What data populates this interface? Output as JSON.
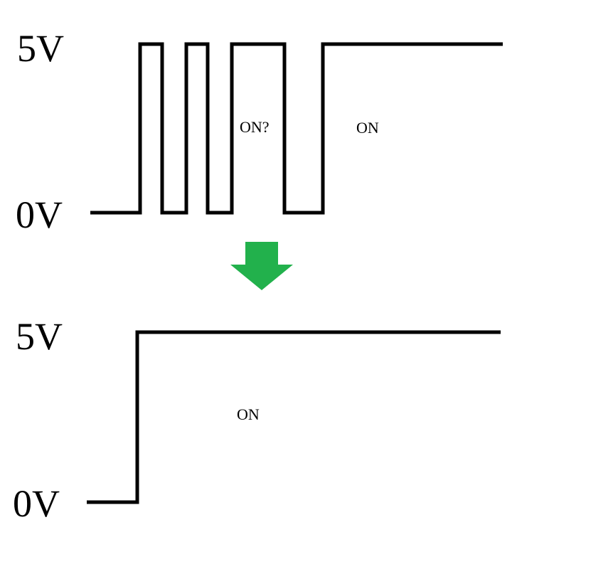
{
  "colors": {
    "signal": "#000000",
    "arrow": "#22b14c",
    "background": "#ffffff"
  },
  "top_panel": {
    "high_label": "5V",
    "low_label": "0V",
    "state_labels": [
      "ON?",
      "ON"
    ]
  },
  "arrow": {
    "icon": "down-arrow-icon"
  },
  "bottom_panel": {
    "high_label": "5V",
    "low_label": "0V",
    "state_labels": [
      "ON"
    ]
  }
}
